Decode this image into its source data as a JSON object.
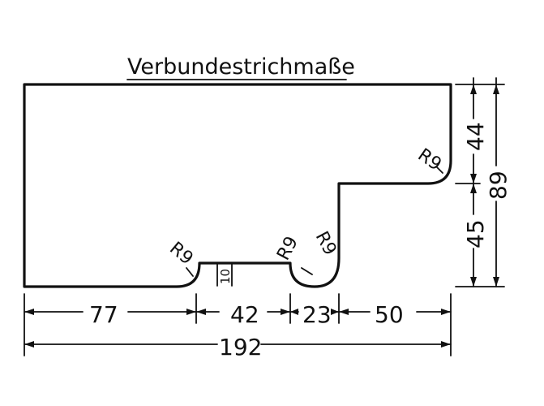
{
  "title": "Verbundestrichmaße",
  "dimensions": {
    "bottom_segments": [
      "77",
      "42",
      "23",
      "50"
    ],
    "total_width": "192",
    "right_upper": "44",
    "right_lower": "45",
    "right_total": "89"
  },
  "radii": {
    "top_right": "R9",
    "left_groove": "R9",
    "right_groove_left": "R9",
    "right_groove_right": "R9"
  },
  "groove_label": "10"
}
